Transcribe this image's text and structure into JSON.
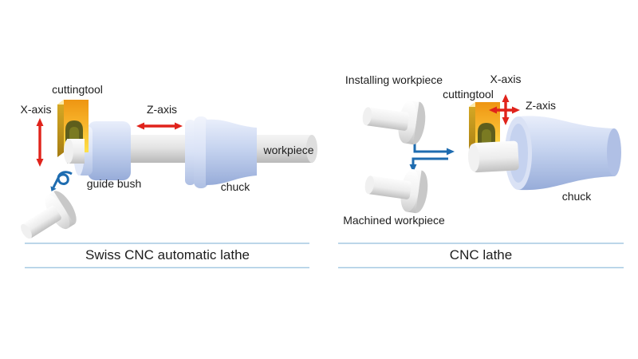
{
  "left_panel": {
    "title": "Swiss CNC automatic lathe",
    "labels": {
      "cutting_tool": "cuttingtool",
      "x_axis": "X-axis",
      "z_axis": "Z-axis",
      "workpiece": "workpiece",
      "guide_bush": "guide bush",
      "chuck": "chuck"
    }
  },
  "right_panel": {
    "title": "CNC lathe",
    "labels": {
      "installing_workpiece": "Installing workpiece",
      "x_axis": "X-axis",
      "cutting_tool": "cuttingtool",
      "z_axis": "Z-axis",
      "chuck": "chuck",
      "machined_workpiece": "Machined workpiece"
    }
  },
  "colors": {
    "axis_arrow_red": "#e0231b",
    "flow_arrow_blue": "#1e6cb0",
    "divider_blue": "#a6c9e2",
    "machine_blue": "#c5d3ef",
    "tool_orange": "#f5a01e",
    "tool_yellow": "#ffe24a",
    "metal_gray": "#d6d6d6",
    "notch_olive": "#5e5e1d"
  }
}
